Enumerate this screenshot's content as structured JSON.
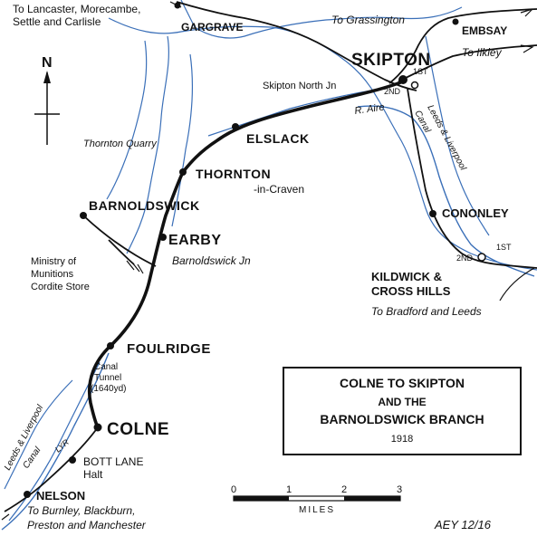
{
  "map": {
    "title_box": {
      "line1": "COLNE TO SKIPTON",
      "line2": "AND THE",
      "line3": "BARNOLDSWICK BRANCH",
      "year": "1918"
    },
    "credit": "AEY 12/16",
    "north_label": "N",
    "scale": {
      "ticks": [
        "0",
        "1",
        "2",
        "3"
      ],
      "unit": "MILES"
    },
    "stations": {
      "skipton": "SKIPTON",
      "gargrave": "GARGRAVE",
      "embsay": "EMBSAY",
      "elslack": "ELSLACK",
      "thornton": "THORNTON",
      "thornton_sub": "-in-Craven",
      "barnoldswick": "BARNOLDSWICK",
      "earby": "EARBY",
      "foulridge": "FOULRIDGE",
      "colne": "COLNE",
      "bott_lane_1": "BOTT LANE",
      "bott_lane_2": "Halt",
      "nelson": "NELSON",
      "cononley": "CONONLEY",
      "kildwick_1": "KILDWICK &",
      "kildwick_2": "CROSS HILLS"
    },
    "destinations": {
      "lancaster_1": "To Lancaster, Morecambe,",
      "lancaster_2": "Settle and Carlisle",
      "grassington": "To Grassington",
      "ilkley": "To Ilkley",
      "bradford": "To Bradford and Leeds",
      "burnley_1": "To Burnley, Blackburn,",
      "burnley_2": "Preston and Manchester"
    },
    "features": {
      "skipton_north_jn": "Skipton North Jn",
      "first_1": "1ST",
      "second_1": "2ND",
      "first_2": "1ST",
      "second_2": "2ND",
      "r_aire": "R. Aire",
      "leeds_liverpool_canal_ne": "Leeds & Liverpool",
      "canal_ne": "Canal",
      "thornton_quarry": "Thornton Quarry",
      "barnoldswick_jn": "Barnoldswick Jn",
      "ministry_1": "Ministry of",
      "ministry_2": "Munitions",
      "ministry_3": "Cordite Store",
      "canal_tunnel_1": "Canal",
      "canal_tunnel_2": "Tunnel",
      "canal_tunnel_3": "(1640yd)",
      "leeds_liverpool_sw": "Leeds & Liverpool",
      "canal_sw": "Canal",
      "lyr": "LYR"
    },
    "icons": [
      "north-arrow-icon",
      "station-dot-icon",
      "direction-arrow-icon"
    ]
  }
}
